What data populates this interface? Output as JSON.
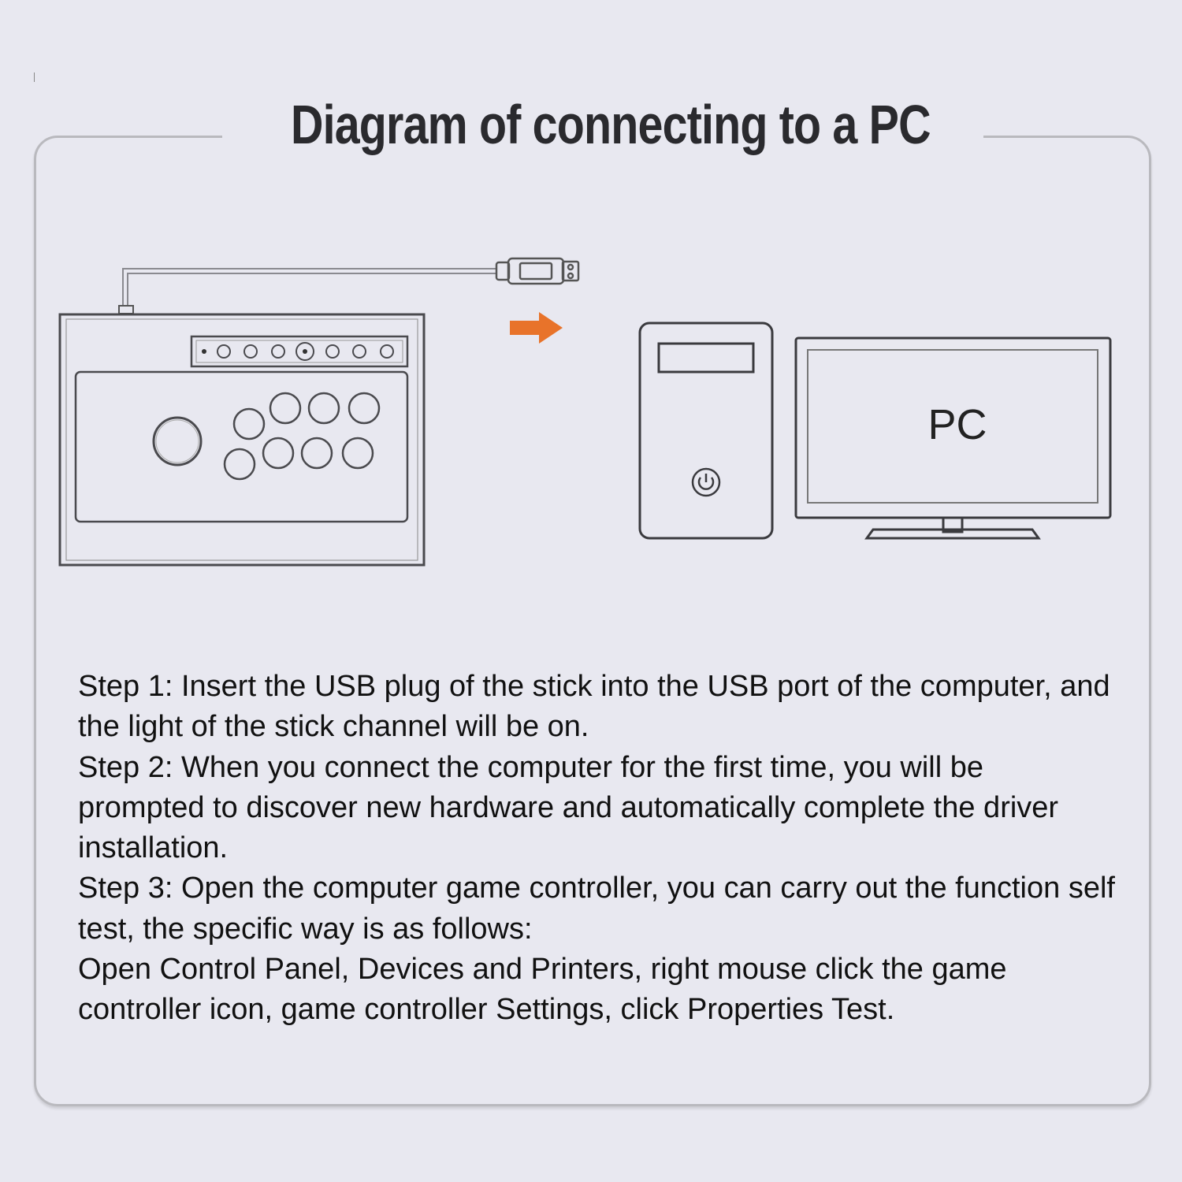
{
  "title": "Diagram of connecting to a PC",
  "diagram": {
    "devices": [
      {
        "name": "arcade-stick",
        "buttons_main": 8,
        "function_buttons": 7,
        "has_usb_cable": true
      },
      {
        "name": "pc-tower",
        "icons": [
          "power-icon"
        ]
      },
      {
        "name": "monitor",
        "label": "PC"
      }
    ],
    "arrow": {
      "direction": "right",
      "color": "#e8732a"
    },
    "pc_label": "PC"
  },
  "steps": [
    {
      "text": "Step 1: Insert the USB plug of the stick into the USB port of the computer, and the light of the stick channel will be on."
    },
    {
      "text": "Step 2: When you connect the computer for the first time, you will be prompted to discover new hardware and automatically complete the driver installation."
    },
    {
      "text": "Step 3: Open the computer game controller, you can carry out the function self test, the specific way is as follows:"
    },
    {
      "text": "Open Control Panel, Devices and Printers, right mouse click the game controller icon, game controller Settings, click Properties Test."
    }
  ],
  "colors": {
    "background": "#e8e8f0",
    "line": "#4a4a4e",
    "arrow": "#e8732a",
    "text": "#111111"
  }
}
